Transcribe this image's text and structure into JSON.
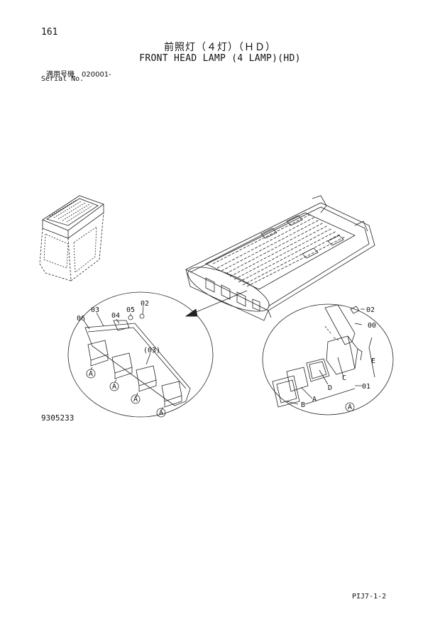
{
  "header": {
    "page_number": "161",
    "title_jp": "前照灯（４灯）（ＨＤ）",
    "title_en": "FRONT HEAD LAMP (4 LAMP)(HD)",
    "serial_jp": "適用号機　020001-",
    "serial_en": "Serial No."
  },
  "diagram": {
    "labels_left": [
      "06",
      "03",
      "04",
      "05",
      "02",
      "(03)",
      "A",
      "A",
      "A",
      "A"
    ],
    "labels_right": [
      "02",
      "00",
      "E",
      "C",
      "01",
      "D",
      "A",
      "B",
      "A"
    ]
  },
  "footer": {
    "drawing_number": "9305233",
    "page_code": "PIJ7-1-2"
  }
}
